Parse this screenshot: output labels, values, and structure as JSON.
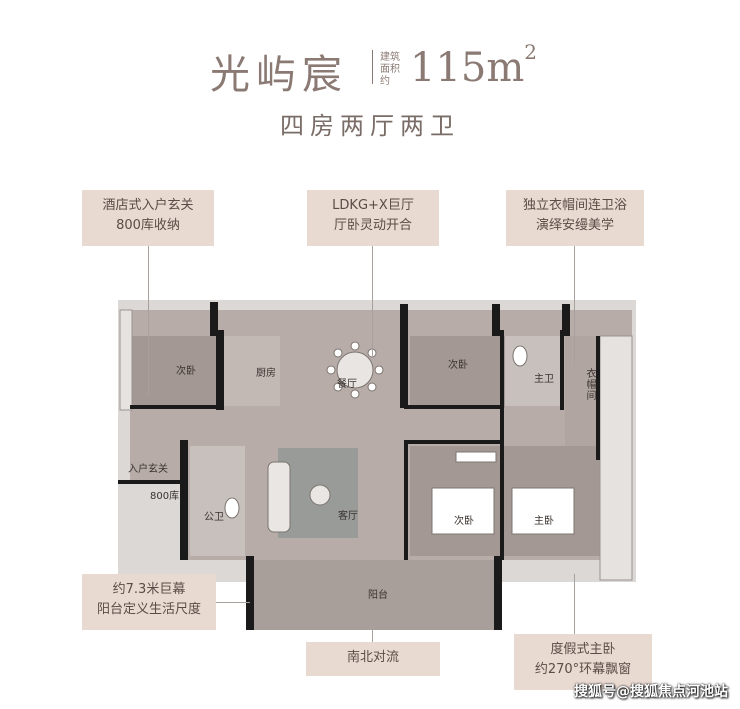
{
  "header": {
    "title": "光屿宸",
    "area_label": "建筑面积约",
    "area_value": "115m",
    "area_sup": "2",
    "subtitle": "四房两厅两卫"
  },
  "callouts": {
    "top_left": {
      "line1": "酒店式入户玄关",
      "line2": "800库收纳"
    },
    "top_center": {
      "line1": "LDKG+X巨厅",
      "line2": "厅卧灵动开合"
    },
    "top_right": {
      "line1": "独立衣帽间连卫浴",
      "line2": "演绎安缦美学"
    },
    "bottom_left": {
      "line1": "约7.3米巨幕",
      "line2": "阳台定义生活尺度"
    },
    "bottom_center": {
      "line1": "南北对流"
    },
    "bottom_right": {
      "line1": "度假式主卧",
      "line2": "约270°环幕飘窗"
    }
  },
  "rooms": {
    "secondary_bed_1": "次卧",
    "kitchen": "厨房",
    "dining": "餐厅",
    "secondary_bed_2": "次卧",
    "master_bath": "主卫",
    "walkin_closet": "衣帽间",
    "entrance": "入户玄关",
    "storage": "800库",
    "public_bath": "公卫",
    "living": "客厅",
    "secondary_bed_3": "次卧",
    "master_bed": "主卧",
    "balcony": "阳台"
  },
  "watermark": "搜狐号@搜狐焦点河池站"
}
